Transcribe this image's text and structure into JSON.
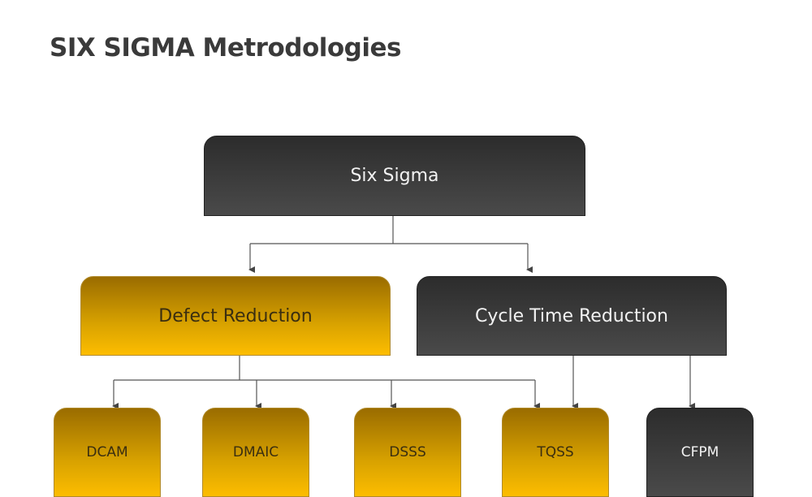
{
  "title": "SIX SIGMA Metrodologies",
  "diagram": {
    "root": {
      "label": "Six Sigma",
      "style": "dark"
    },
    "level1": [
      {
        "label": "Defect Reduction",
        "style": "gold"
      },
      {
        "label": "Cycle Time Reduction",
        "style": "dark"
      }
    ],
    "level2": [
      {
        "label": "DCAM",
        "style": "gold",
        "parent": "Defect Reduction"
      },
      {
        "label": "DMAIC",
        "style": "gold",
        "parent": "Defect Reduction"
      },
      {
        "label": "DSSS",
        "style": "gold",
        "parent": "Defect Reduction"
      },
      {
        "label": "TQSS",
        "style": "gold",
        "parent": "Defect Reduction, Cycle Time Reduction"
      },
      {
        "label": "CFPM",
        "style": "dark",
        "parent": "Cycle Time Reduction"
      }
    ]
  },
  "colors": {
    "dark": "#3a3a3a",
    "gold": "#fdbd00",
    "connector": "#555555"
  }
}
